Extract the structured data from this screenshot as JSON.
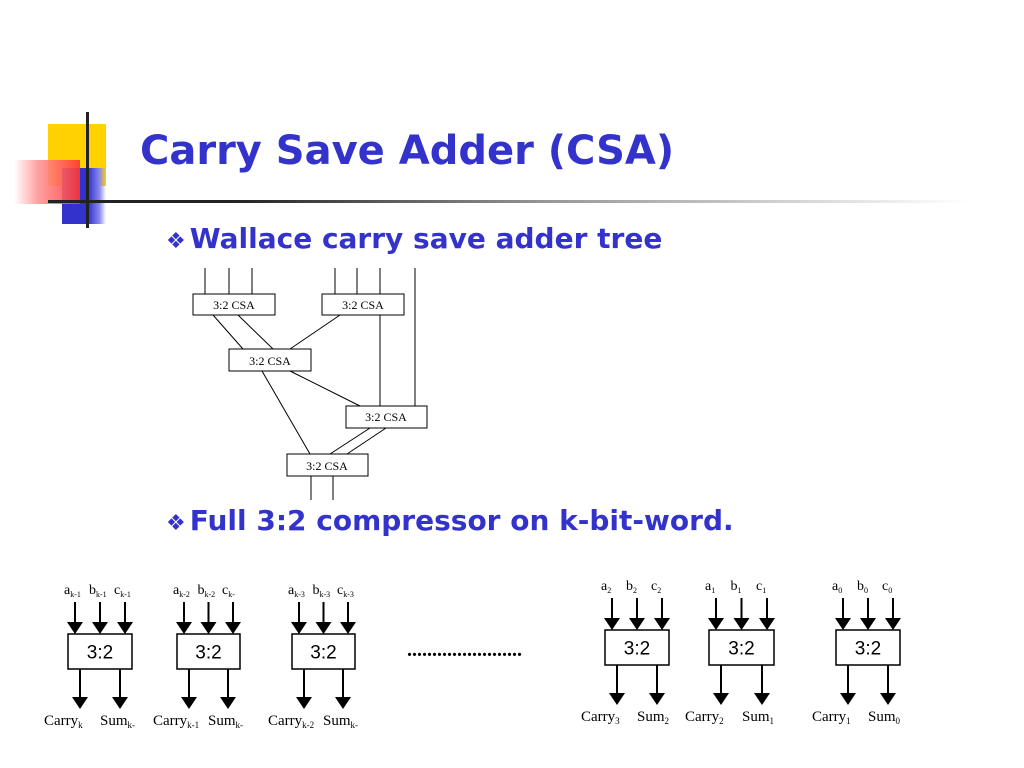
{
  "slide": {
    "title": "Carry Save Adder (CSA)",
    "bullets": [
      {
        "mark": "❖",
        "text": "Wallace carry save adder tree"
      },
      {
        "mark": "❖",
        "text": "Full 3:2 compressor on k-bit-word."
      }
    ]
  },
  "tree": {
    "csa_label": "3:2 CSA"
  },
  "compressor_row": {
    "block_label": "3:2",
    "ellipsis": ".......................",
    "cells": [
      {
        "in": [
          {
            "b": "a",
            "s": "k-1"
          },
          {
            "b": "b",
            "s": "k-1"
          },
          {
            "b": "c",
            "s": "k-1"
          }
        ],
        "carry": {
          "b": "Carry",
          "s": "k"
        },
        "sum": {
          "b": "Sum",
          "s": "k-"
        }
      },
      {
        "in": [
          {
            "b": "a",
            "s": "k-2"
          },
          {
            "b": "b",
            "s": "k-2"
          },
          {
            "b": "c",
            "s": "k-"
          }
        ],
        "carry": {
          "b": "Carry",
          "s": "k-1"
        },
        "sum": {
          "b": "Sum",
          "s": "k-"
        }
      },
      {
        "in": [
          {
            "b": "a",
            "s": "k-3"
          },
          {
            "b": "b",
            "s": "k-3"
          },
          {
            "b": "c",
            "s": "k-3"
          }
        ],
        "carry": {
          "b": "Carry",
          "s": "k-2"
        },
        "sum": {
          "b": "Sum",
          "s": "k-"
        }
      },
      {
        "in": [
          {
            "b": "a",
            "s": "2"
          },
          {
            "b": "b",
            "s": "2"
          },
          {
            "b": "c",
            "s": "2"
          }
        ],
        "carry": {
          "b": "Carry",
          "s": "3"
        },
        "sum": {
          "b": "Sum",
          "s": "2"
        }
      },
      {
        "in": [
          {
            "b": "a",
            "s": "1"
          },
          {
            "b": "b",
            "s": "1"
          },
          {
            "b": "c",
            "s": "1"
          }
        ],
        "carry": {
          "b": "Carry",
          "s": "2"
        },
        "sum": {
          "b": "Sum",
          "s": "1"
        }
      },
      {
        "in": [
          {
            "b": "a",
            "s": "0"
          },
          {
            "b": "b",
            "s": "0"
          },
          {
            "b": "c",
            "s": "0"
          }
        ],
        "carry": {
          "b": "Carry",
          "s": "1"
        },
        "sum": {
          "b": "Sum",
          "s": "0"
        }
      }
    ]
  },
  "colors": {
    "title": "#3333cc",
    "deco_yellow": "#ffd200",
    "deco_blue": "#3333cc",
    "deco_red": "#ff3333"
  }
}
